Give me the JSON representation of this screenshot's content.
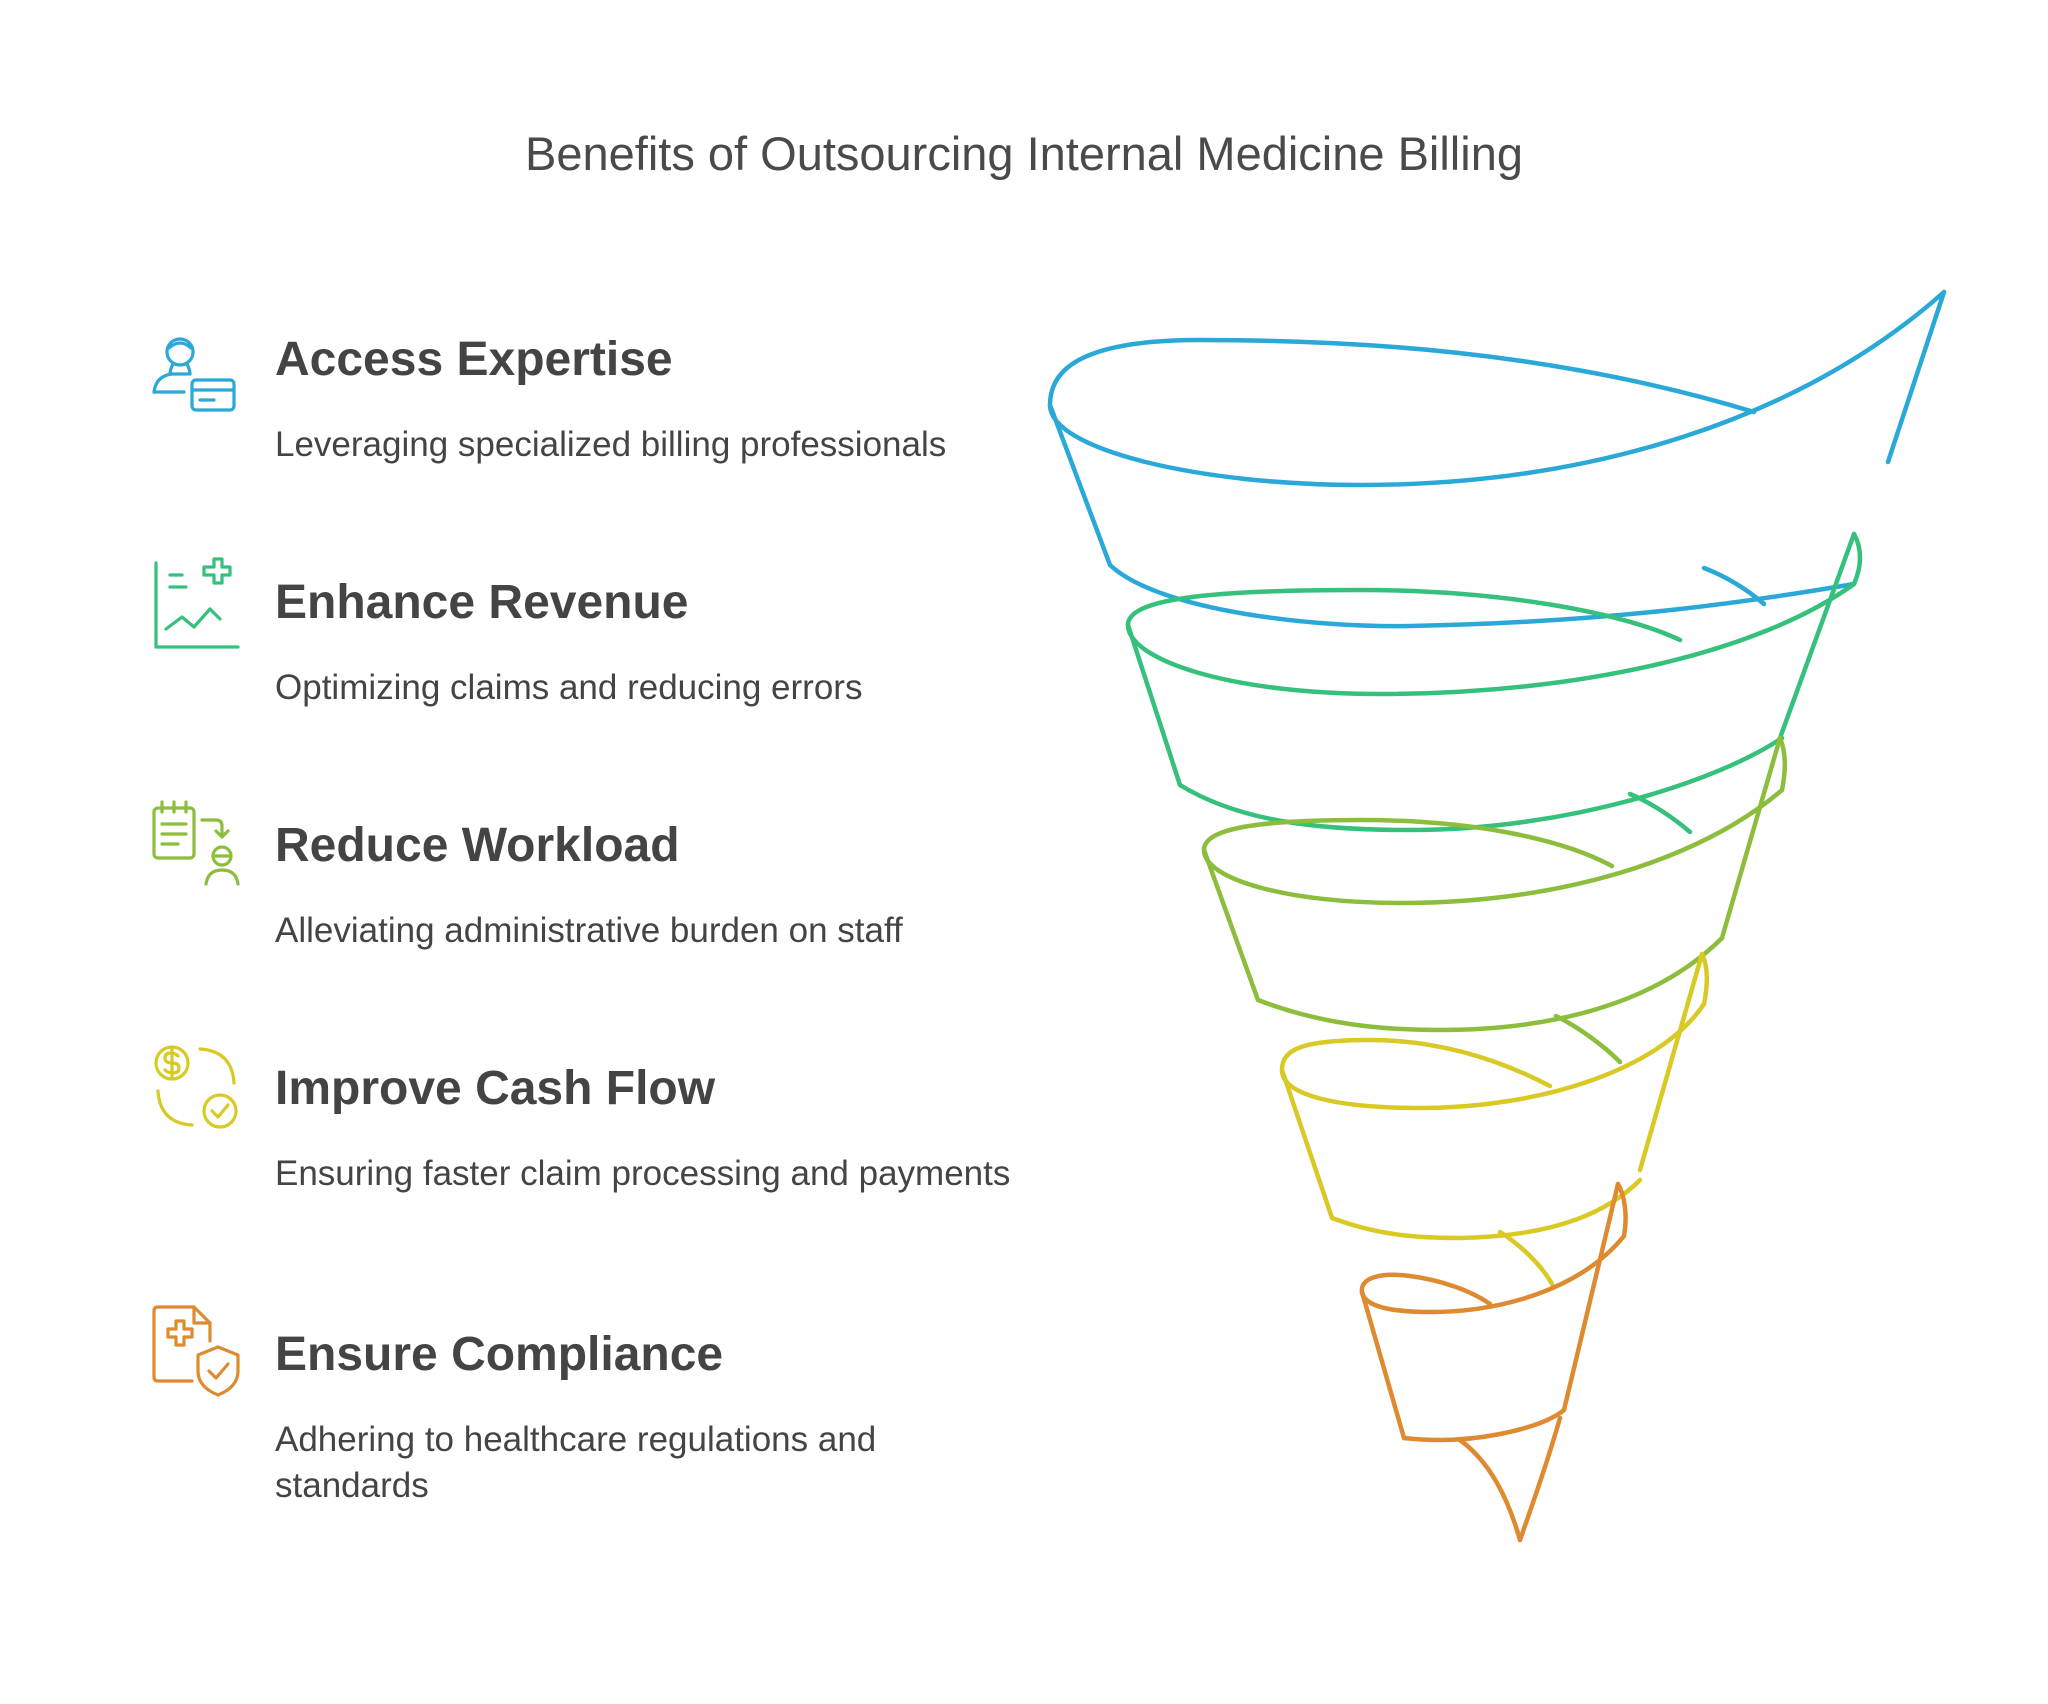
{
  "title": "Benefits of Outsourcing Internal Medicine Billing",
  "items": [
    {
      "heading": "Access Expertise",
      "description": "Leveraging specialized billing professionals",
      "icon": "professional-with-id-card-icon",
      "color": "#2aa8d8"
    },
    {
      "heading": "Enhance Revenue",
      "description": "Optimizing claims and reducing errors",
      "icon": "revenue-chart-plus-icon",
      "color": "#35c07c"
    },
    {
      "heading": "Reduce Workload",
      "description": "Alleviating administrative burden on staff",
      "icon": "clipboard-transfer-person-icon",
      "color": "#8cbd3c"
    },
    {
      "heading": "Improve Cash Flow",
      "description": "Ensuring faster claim processing and payments",
      "icon": "money-cycle-check-icon",
      "color": "#d9c925"
    },
    {
      "heading": "Ensure Compliance",
      "description": "Adhering to healthcare regulations and standards",
      "icon": "document-shield-icon",
      "color": "#de8a30"
    }
  ]
}
